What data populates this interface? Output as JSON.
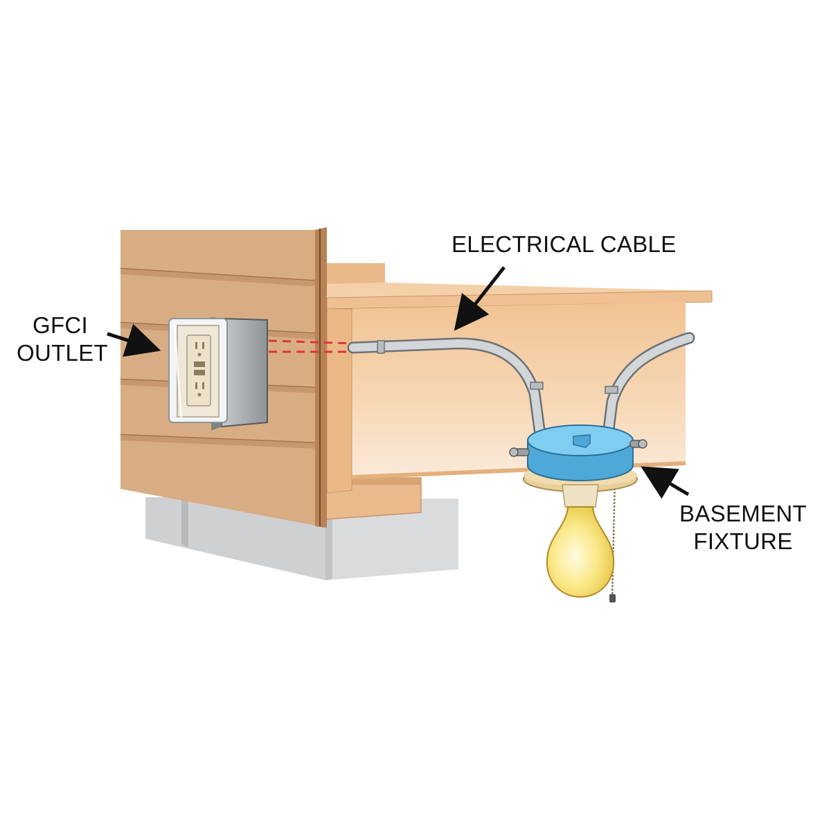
{
  "labels": {
    "gfci_line1": "GFCI",
    "gfci_line2": "OUTLET",
    "electrical_cable": "ELECTRICAL CABLE",
    "fixture_line1": "BASEMENT",
    "fixture_line2": "FIXTURE"
  },
  "colors": {
    "siding": "#d8ad84",
    "siding_dark": "#a9784f",
    "joist": "#efc99b",
    "joist_inner": "#f8dcc0",
    "foundation": "#d3d4d6",
    "outlet_box": "#a8abae",
    "cable": "#c9ccce",
    "junction_box": "#6ec3ec",
    "bulb": "#fbe98a",
    "dashed_path": "#e0353a",
    "arrow": "#111111"
  },
  "icons": {
    "outlet": "gfci-outlet-icon",
    "bulb": "light-bulb-icon",
    "junction_box": "junction-box-icon"
  }
}
